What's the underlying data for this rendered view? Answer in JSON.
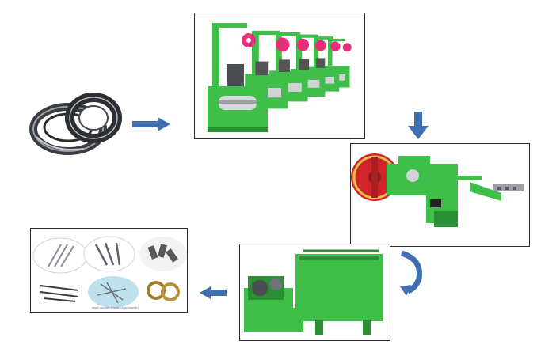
{
  "diagram": {
    "stages": [
      {
        "name": "wire-coil",
        "icon": "wire-coil-icon"
      },
      {
        "name": "wire-drawing-machine",
        "icon": "wire-drawing-machine-icon"
      },
      {
        "name": "nail-making-machine",
        "icon": "nail-making-machine-icon"
      },
      {
        "name": "polishing-machine",
        "icon": "polishing-machine-icon"
      },
      {
        "name": "finished-nails",
        "icon": "nail-products-icon"
      }
    ],
    "products_caption": "what applies model (stockwelds)",
    "colors": {
      "machine_green": "#3fbf4a",
      "machine_dark_green": "#2a8f35",
      "arrow_blue": "#3f6fb0",
      "flywheel_red": "#d0242a",
      "pink_wheel": "#e8307a",
      "steel": "#6f7378"
    }
  }
}
